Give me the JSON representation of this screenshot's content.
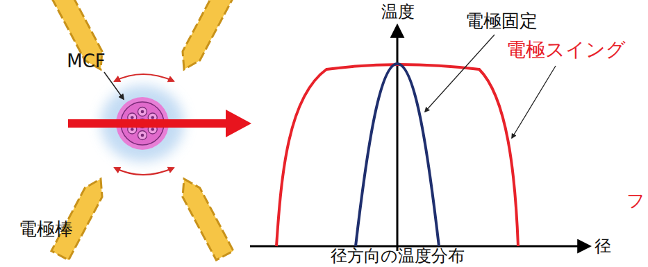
{
  "diagram": {
    "labels": [
      "MCF",
      "電極棒",
      "温度",
      "電極固定",
      "電極スイング",
      "径",
      "径方向の温度分布",
      "フ"
    ]
  }
}
